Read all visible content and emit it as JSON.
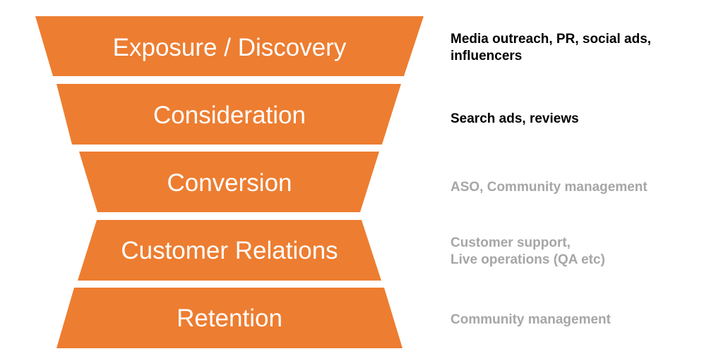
{
  "diagram": {
    "type": "funnel",
    "colors": {
      "band_fill": "#ED7D31",
      "band_text": "#FFFFFF",
      "desc_active": "#000000",
      "desc_muted": "#A6A6A6"
    },
    "stages": [
      {
        "label": "Exposure / Discovery",
        "description": [
          "Media outreach, PR, social ads,",
          "influencers"
        ],
        "state": "active"
      },
      {
        "label": "Consideration",
        "description": [
          "Search ads, reviews"
        ],
        "state": "active"
      },
      {
        "label": "Conversion",
        "description": [
          "ASO, Community management"
        ],
        "state": "muted"
      },
      {
        "label": "Customer Relations",
        "description": [
          "Customer support,",
          "Live operations (QA etc)"
        ],
        "state": "muted"
      },
      {
        "label": "Retention",
        "description": [
          "Community management"
        ],
        "state": "muted"
      }
    ]
  }
}
